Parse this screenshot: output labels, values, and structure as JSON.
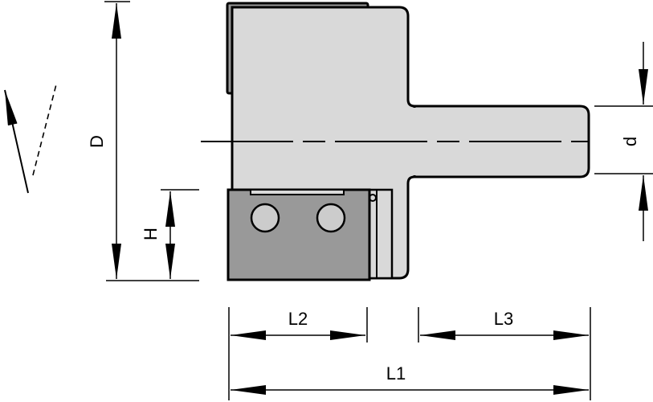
{
  "dimensions": {
    "D": "D",
    "H": "H",
    "d": "d",
    "L1": "L1",
    "L2": "L2",
    "L3": "L3"
  },
  "colors": {
    "body": "#d9d9d9",
    "insert": "#999999",
    "outline": "#000000"
  }
}
